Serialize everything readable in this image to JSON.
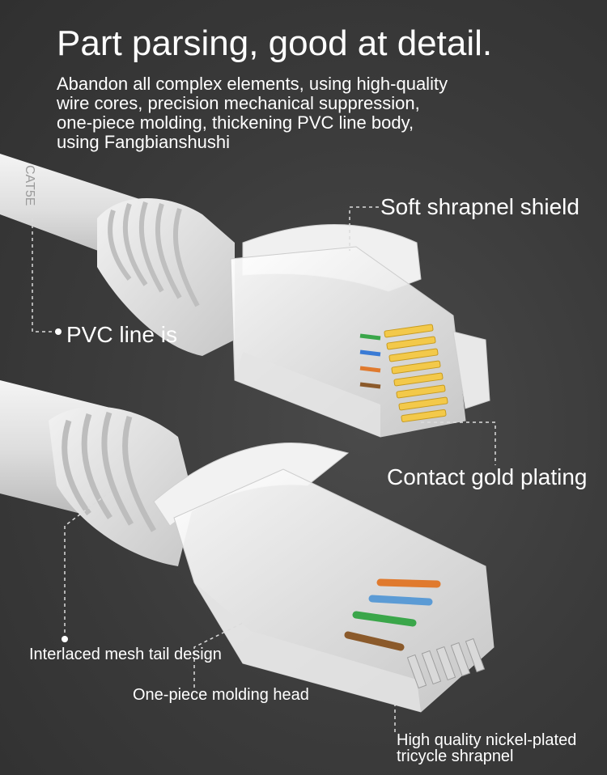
{
  "headline": "Part parsing, good at detail.",
  "description_lines": [
    "Abandon all complex elements, using high-quality",
    "wire cores, precision mechanical suppression,",
    "one-piece molding, thickening PVC line body,",
    "using Fangbianshushi"
  ],
  "callouts": {
    "shield": "Soft shrapnel shield",
    "pvc": "PVC line is",
    "gold": "Contact gold plating",
    "mesh_tail": "Interlaced mesh tail design",
    "molding_head": "One-piece molding head",
    "shrapnel_line1": "High quality nickel-plated",
    "shrapnel_line2": "tricycle shrapnel"
  },
  "cable_print": "CAT5E",
  "colors": {
    "background": "#3a3a3a",
    "cable": "#e6e6e6",
    "gold_pin": "#f3c94a",
    "text": "#ffffff"
  }
}
